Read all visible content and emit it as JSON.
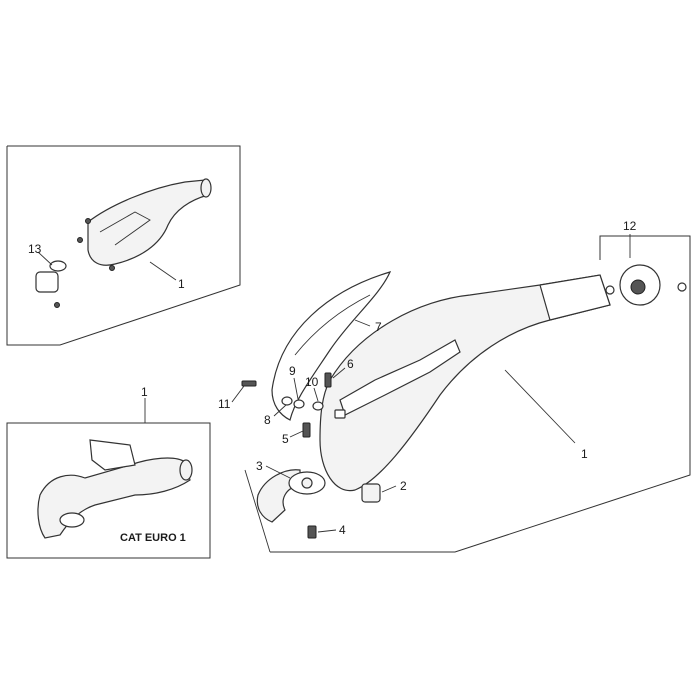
{
  "labels": {
    "l1_main": "1",
    "l1_top": "1",
    "l1_left": "1",
    "l2": "2",
    "l3": "3",
    "l4": "4",
    "l5": "5",
    "l6": "6",
    "l7": "7",
    "l8": "8",
    "l9": "9",
    "l10": "10",
    "l11": "11",
    "l12": "12",
    "l13": "13"
  },
  "caption": "CAT EURO 1"
}
